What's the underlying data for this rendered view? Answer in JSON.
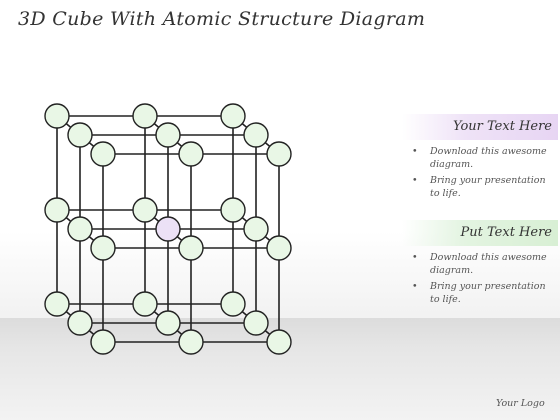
{
  "title": "3D Cube With Atomic Structure Diagram",
  "panels": [
    {
      "heading": "Your Text Here",
      "bullets": [
        "Download this awesome diagram.",
        "Bring your presentation to life."
      ]
    },
    {
      "heading": "Put Text Here",
      "bullets": [
        "Download this awesome diagram.",
        "Bring your presentation to life."
      ]
    }
  ],
  "logo": "Your Logo",
  "colors": {
    "node_fill": "#e9f7e6",
    "node_highlight": "#ece1f6",
    "line": "#222222"
  }
}
